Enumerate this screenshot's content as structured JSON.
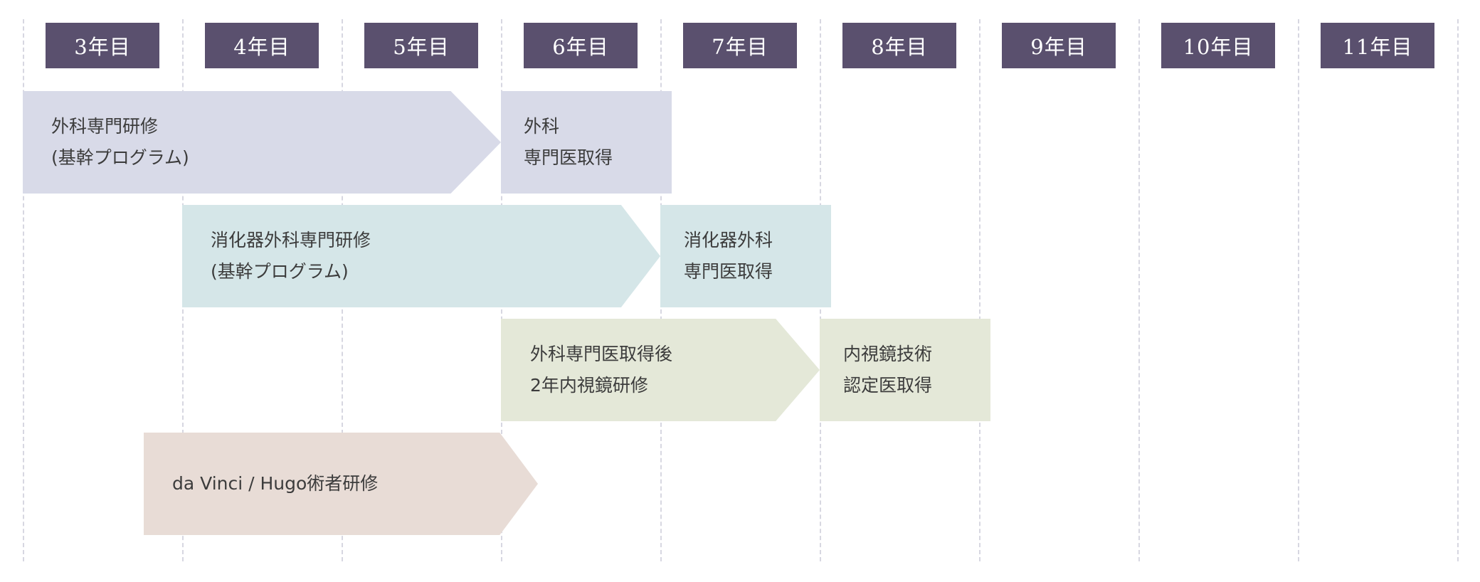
{
  "timeline": {
    "years": [
      "3年目",
      "4年目",
      "5年目",
      "6年目",
      "7年目",
      "8年目",
      "9年目",
      "10年目",
      "11年目"
    ]
  },
  "tracks": [
    {
      "program": {
        "line1": "外科専門研修",
        "line2": "(基幹プログラム)"
      },
      "result": {
        "line1": "外科",
        "line2": "専門医取得"
      },
      "color": "#d8dae8"
    },
    {
      "program": {
        "line1": "消化器外科専門研修",
        "line2": "(基幹プログラム)"
      },
      "result": {
        "line1": "消化器外科",
        "line2": "専門医取得"
      },
      "color": "#d5e6e8"
    },
    {
      "program": {
        "line1": "外科専門医取得後",
        "line2": "2年内視鏡研修"
      },
      "result": {
        "line1": "内視鏡技術",
        "line2": "認定医取得"
      },
      "color": "#e4e8d8"
    },
    {
      "program": {
        "line1": "da Vinci / Hugo術者研修"
      },
      "color": "#e8dcd6"
    }
  ],
  "colors": {
    "year_header": "#5a506e",
    "gridline": "#d7d7e1"
  }
}
